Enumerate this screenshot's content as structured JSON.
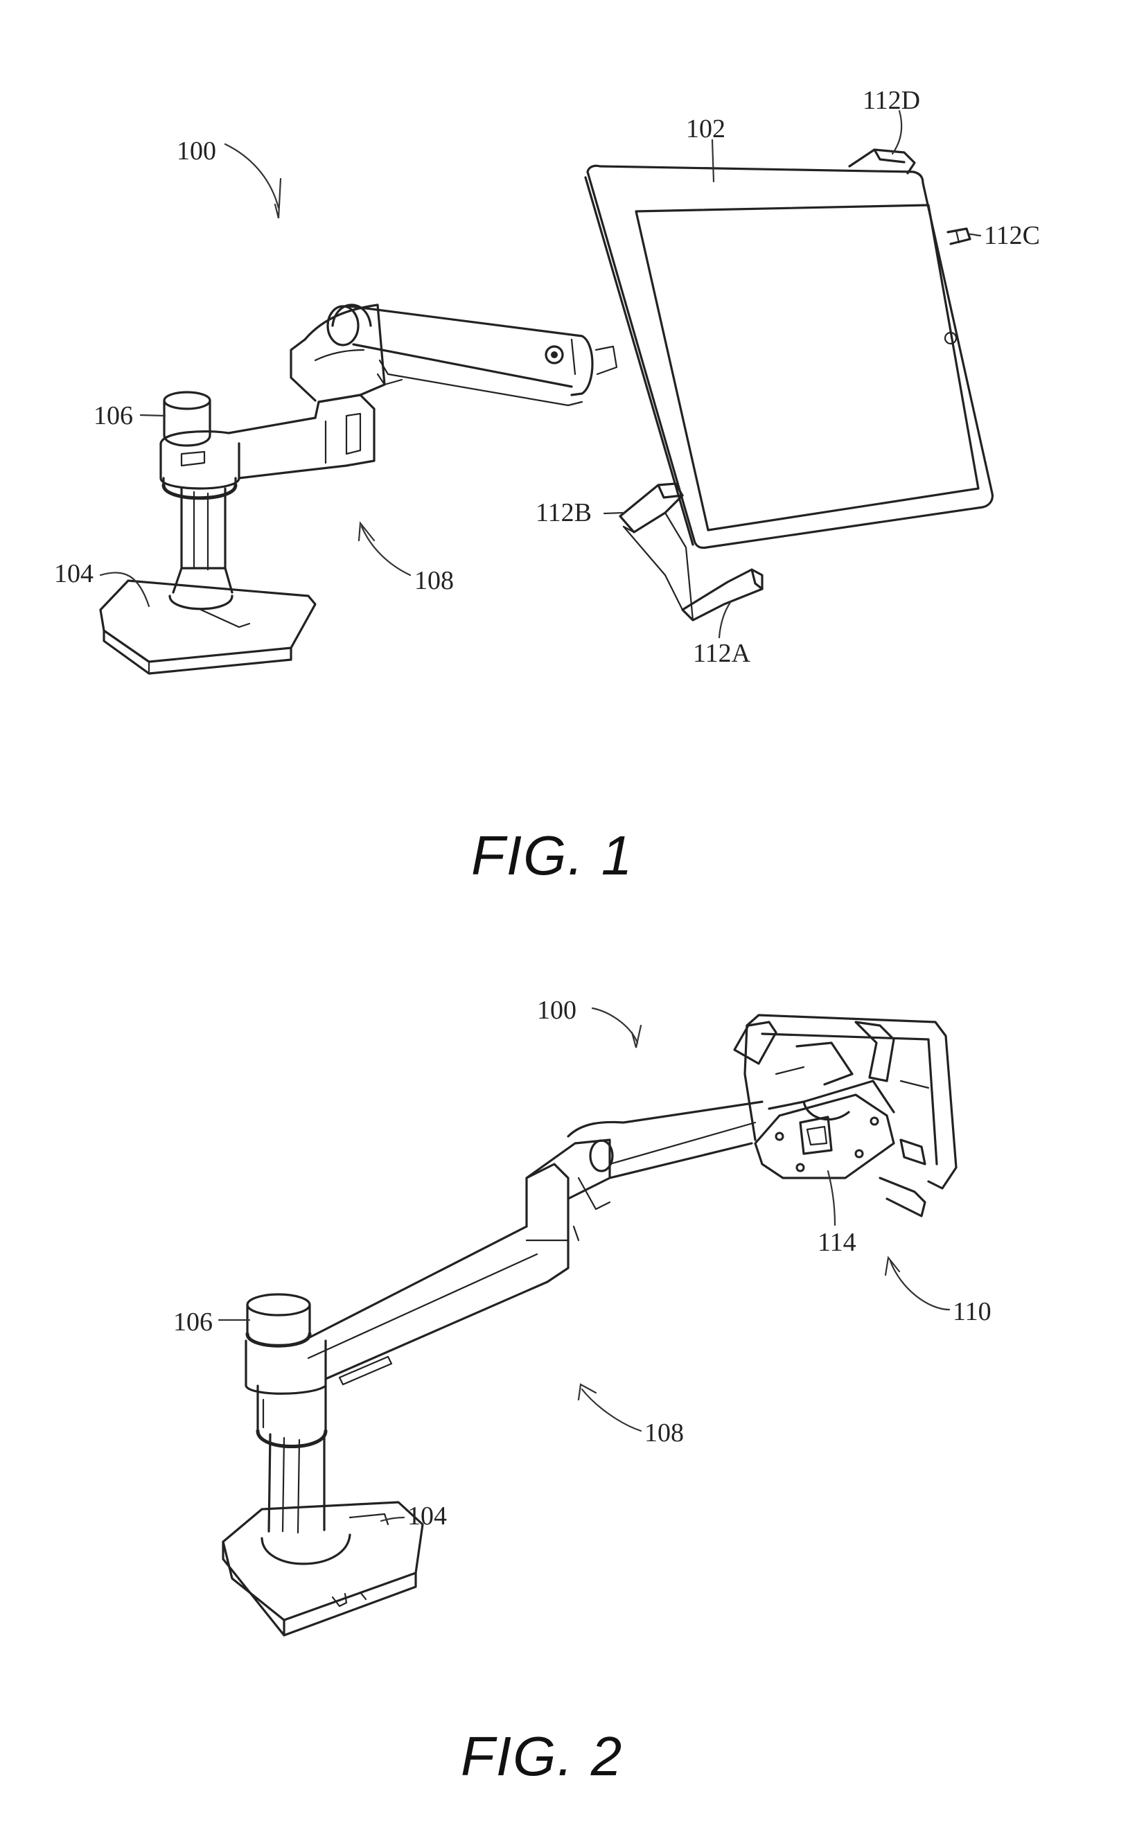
{
  "figure_1": {
    "caption": "FIG.  1",
    "labels": {
      "ref_100": "100",
      "ref_102": "102",
      "ref_104": "104",
      "ref_106": "106",
      "ref_108": "108",
      "ref_112A": "112A",
      "ref_112B": "112B",
      "ref_112C": "112C",
      "ref_112D": "112D"
    }
  },
  "figure_2": {
    "caption": "FIG.  2",
    "labels": {
      "ref_100": "100",
      "ref_104": "104",
      "ref_106": "106",
      "ref_108": "108",
      "ref_110": "110",
      "ref_114": "114"
    }
  }
}
